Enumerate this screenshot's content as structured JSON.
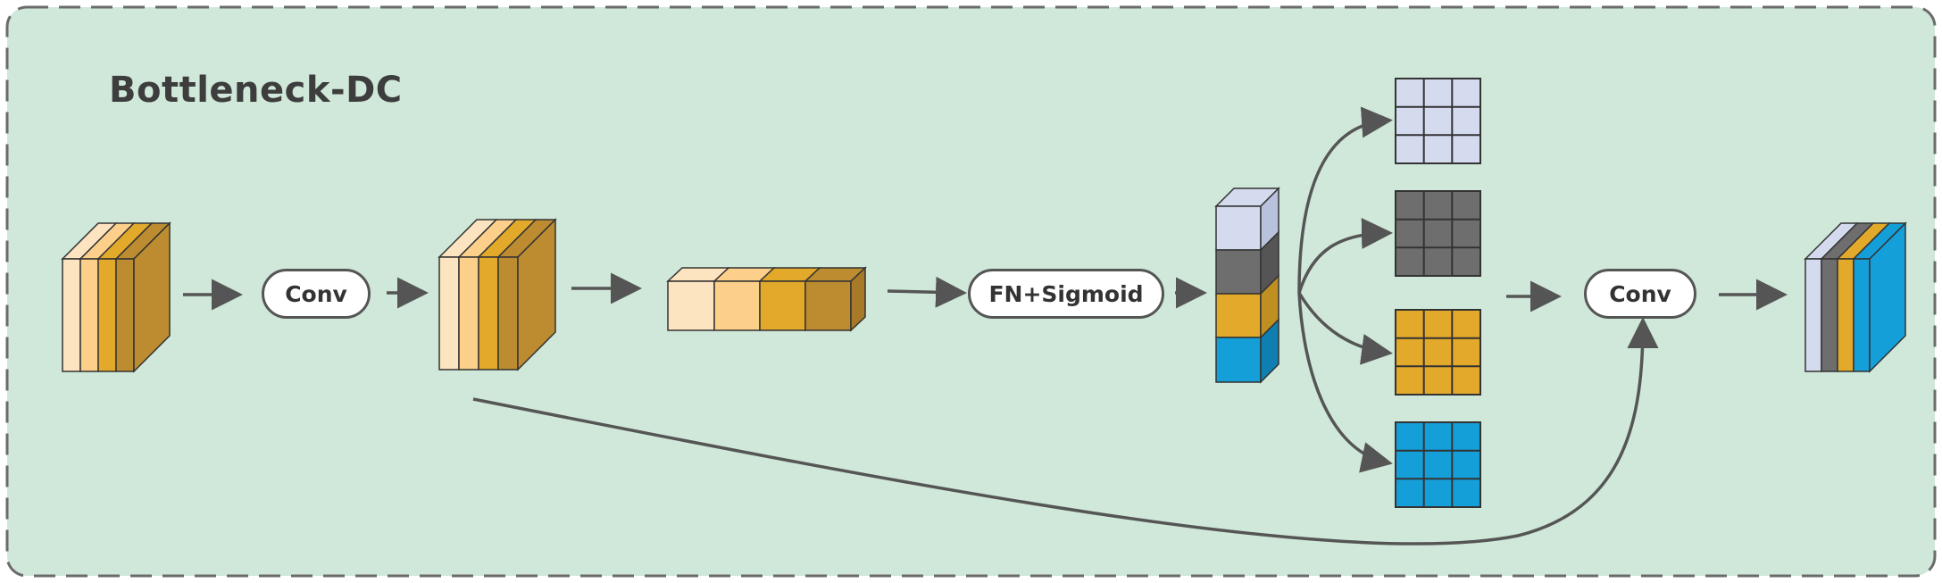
{
  "diagram": {
    "title": "Bottleneck-DC",
    "operations": {
      "conv_first": "Conv",
      "fn_sigmoid": "FN+Sigmoid",
      "conv_last": "Conv"
    },
    "colors": {
      "background": "#cfe8d9",
      "border": "#6b6b6b",
      "arrow": "#555555",
      "cream": "#fde4c0",
      "light_orange": "#fcd08a",
      "gold": "#e2a92a",
      "dark_gold": "#bd8c30",
      "lavender": "#d4dbee",
      "gray": "#6e6e6e",
      "blue": "#159fd9"
    }
  }
}
